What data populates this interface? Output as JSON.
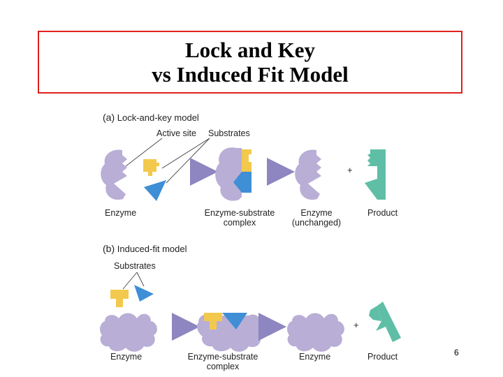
{
  "title": {
    "line1": "Lock and Key",
    "line2": "vs Induced Fit Model"
  },
  "panel_a": {
    "letter": "(a)",
    "heading": "Lock-and-key model",
    "callouts": {
      "active_site": "Active site",
      "substrates": "Substrates"
    },
    "labels": {
      "enzyme": "Enzyme",
      "complex_1": "Enzyme-substrate",
      "complex_2": "complex",
      "enzyme2": "Enzyme",
      "unchanged": "(unchanged)",
      "product": "Product"
    },
    "plus": "+"
  },
  "panel_b": {
    "letter": "(b)",
    "heading": "Induced-fit model",
    "callouts": {
      "substrates": "Substrates"
    },
    "labels": {
      "enzyme": "Enzyme",
      "complex_1": "Enzyme-substrate",
      "complex_2": "complex",
      "enzyme2": "Enzyme",
      "product": "Product"
    },
    "plus": "+"
  },
  "page_number": "6",
  "colors": {
    "title_border": "#e0201b",
    "enzyme": "#b9aed6",
    "substrate_yellow": "#f2c94c",
    "substrate_blue": "#3e8fd6",
    "product_teal": "#5fbfa6",
    "arrow": "#b7b3d8"
  }
}
